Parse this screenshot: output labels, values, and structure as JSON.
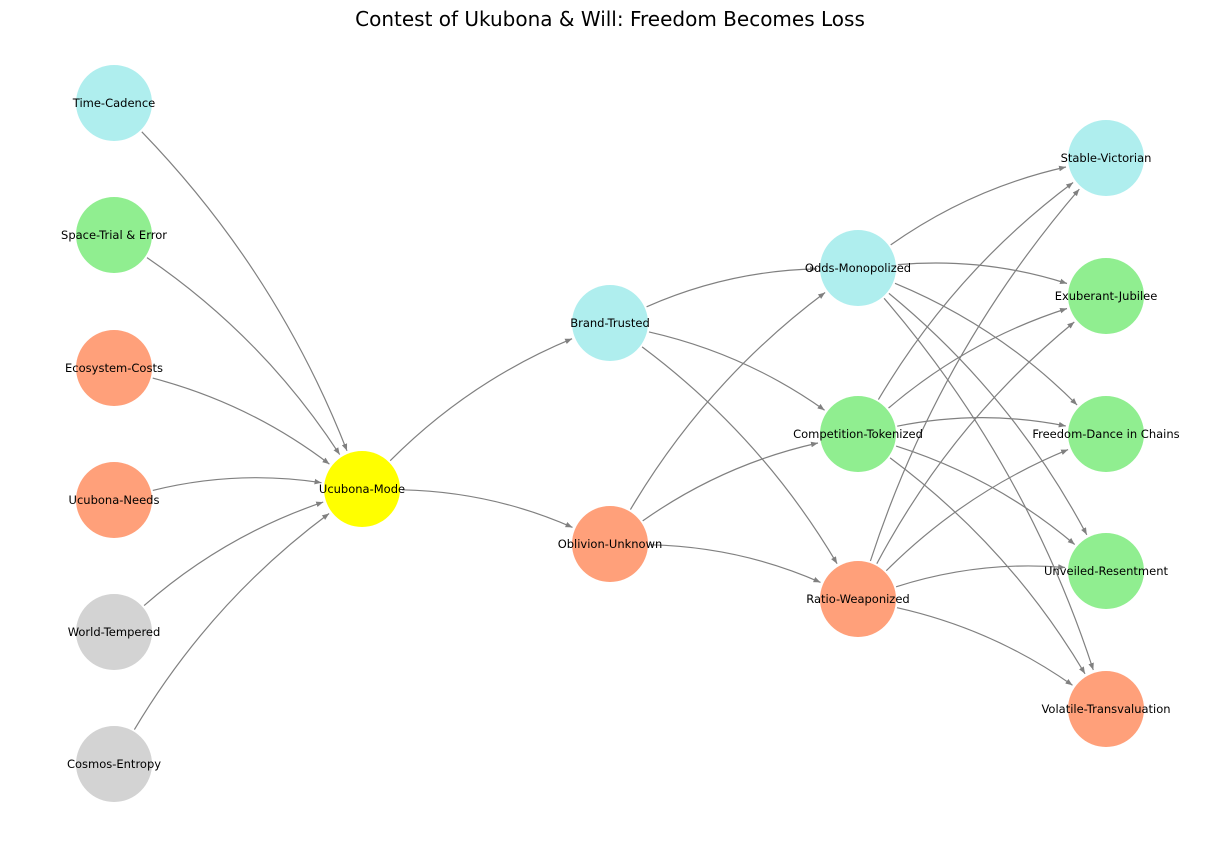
{
  "title": "Contest of Ukubona & Will: Freedom Becomes Loss",
  "colors": {
    "gray": "#d3d3d3",
    "green": "#90ee90",
    "salmon": "#ffa07a",
    "cyan": "#afeeee",
    "yellow": "#ffff00",
    "edge": "#808080"
  },
  "nodes": [
    {
      "id": "cosmos",
      "label": "Cosmos-Entropy",
      "color": "gray"
    },
    {
      "id": "world",
      "label": "World-Tempered",
      "color": "gray"
    },
    {
      "id": "needs",
      "label": "Ucubona-Needs",
      "color": "salmon"
    },
    {
      "id": "ecosystem",
      "label": "Ecosystem-Costs",
      "color": "salmon"
    },
    {
      "id": "space",
      "label": "Space-Trial & Error",
      "color": "green"
    },
    {
      "id": "time",
      "label": "Time-Cadence",
      "color": "cyan"
    },
    {
      "id": "mode",
      "label": "Ucubona-Mode",
      "color": "yellow"
    },
    {
      "id": "oblivion",
      "label": "Oblivion-Unknown",
      "color": "salmon"
    },
    {
      "id": "brand",
      "label": "Brand-Trusted",
      "color": "cyan"
    },
    {
      "id": "ratio",
      "label": "Ratio-Weaponized",
      "color": "salmon"
    },
    {
      "id": "competition",
      "label": "Competition-Tokenized",
      "color": "green"
    },
    {
      "id": "odds",
      "label": "Odds-Monopolized",
      "color": "cyan"
    },
    {
      "id": "volatile",
      "label": "Volatile-Transvaluation",
      "color": "salmon"
    },
    {
      "id": "unveiled",
      "label": "Unveiled-Resentment",
      "color": "green"
    },
    {
      "id": "freedom",
      "label": "Freedom-Dance in Chains",
      "color": "green"
    },
    {
      "id": "exuberant",
      "label": "Exuberant-Jubilee",
      "color": "green"
    },
    {
      "id": "stable",
      "label": "Stable-Victorian",
      "color": "cyan"
    }
  ],
  "edges": [
    [
      "cosmos",
      "mode"
    ],
    [
      "world",
      "mode"
    ],
    [
      "needs",
      "mode"
    ],
    [
      "ecosystem",
      "mode"
    ],
    [
      "space",
      "mode"
    ],
    [
      "time",
      "mode"
    ],
    [
      "mode",
      "oblivion"
    ],
    [
      "mode",
      "brand"
    ],
    [
      "oblivion",
      "ratio"
    ],
    [
      "oblivion",
      "competition"
    ],
    [
      "oblivion",
      "odds"
    ],
    [
      "brand",
      "ratio"
    ],
    [
      "brand",
      "competition"
    ],
    [
      "brand",
      "odds"
    ],
    [
      "ratio",
      "volatile"
    ],
    [
      "ratio",
      "unveiled"
    ],
    [
      "ratio",
      "freedom"
    ],
    [
      "ratio",
      "exuberant"
    ],
    [
      "ratio",
      "stable"
    ],
    [
      "competition",
      "volatile"
    ],
    [
      "competition",
      "unveiled"
    ],
    [
      "competition",
      "freedom"
    ],
    [
      "competition",
      "exuberant"
    ],
    [
      "competition",
      "stable"
    ],
    [
      "odds",
      "volatile"
    ],
    [
      "odds",
      "unveiled"
    ],
    [
      "odds",
      "freedom"
    ],
    [
      "odds",
      "exuberant"
    ],
    [
      "odds",
      "stable"
    ]
  ]
}
